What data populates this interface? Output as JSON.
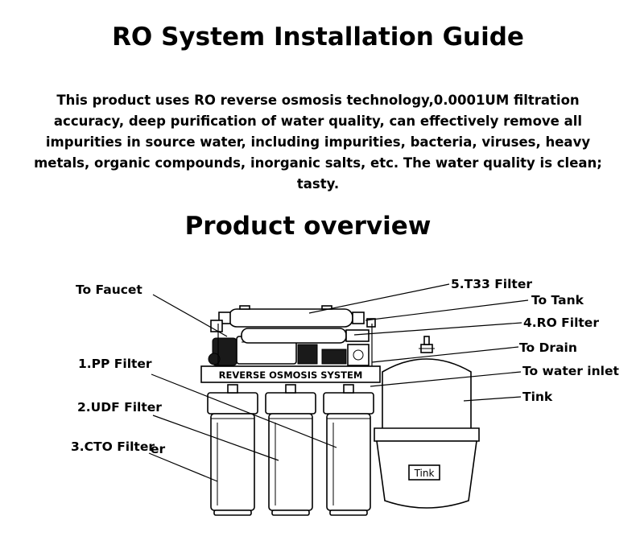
{
  "title": "RO System Installation Guide",
  "intro": "This product uses RO reverse osmosis technology,0.0001UM filtration accuracy, deep purification of water quality, can effectively remove all impurities in source water, including impurities, bacteria, viruses, heavy metals, organic compounds, inorganic salts, etc. The water quality is clean; tasty.",
  "subtitle": "Product overview",
  "labels": {
    "to_faucet": "To Faucet",
    "t33_filter": "5.T33 Filter",
    "to_tank": "To Tank",
    "ro_filter": "4.RO Filter",
    "to_drain": "To Drain",
    "to_water_inlet": "To water inlet",
    "tink": "Tink",
    "pp_filter": "1.PP Filter",
    "udf_filter": "2.UDF Filter",
    "cto_filter": "3.CTO Filter",
    "stray_er": "er"
  },
  "device": {
    "bracket_label": "REVERSE OSMOSIS SYSTEM",
    "tank_label": "Tink"
  }
}
